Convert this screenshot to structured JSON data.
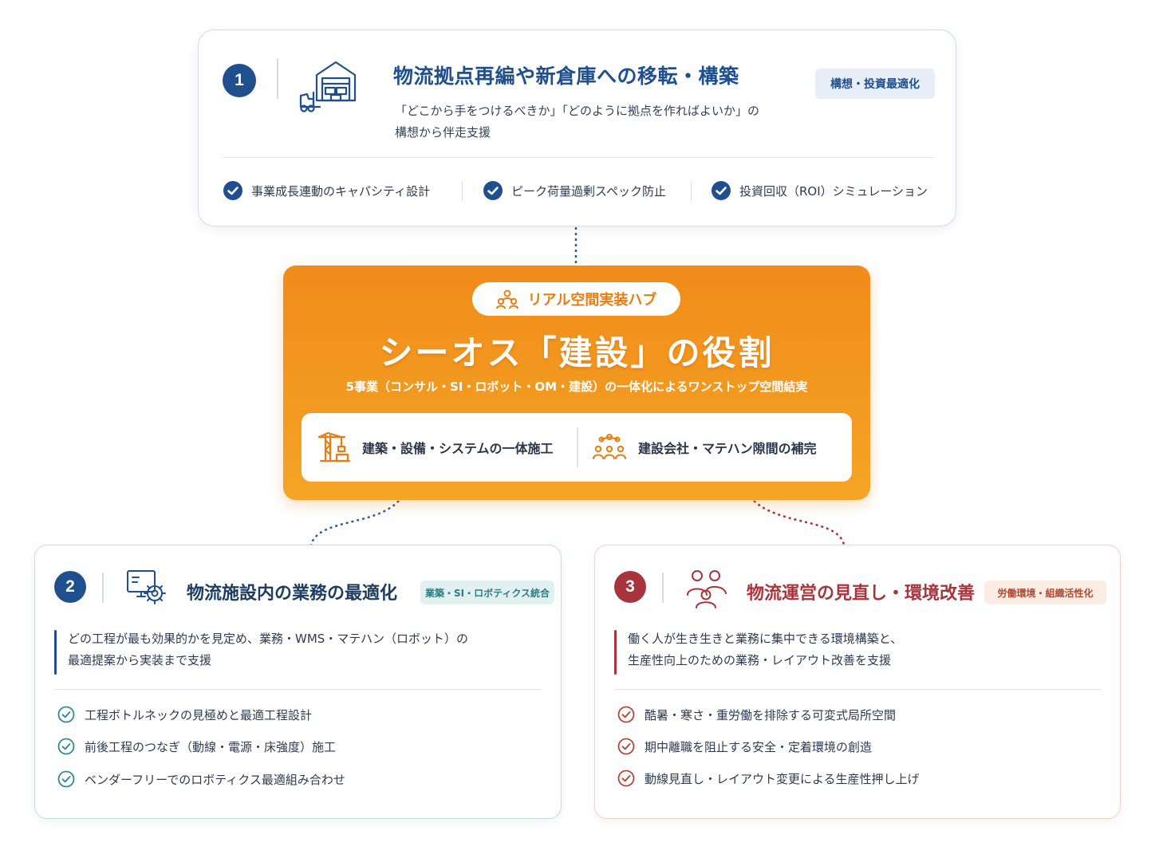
{
  "card1": {
    "number": "1",
    "title": "物流拠点再編や新倉庫への移転・構築",
    "tag": "構想・投資最適化",
    "desc_line1": "「どこから手をつけるべきか」「どのように拠点を作ればよいか」の",
    "desc_line2": "構想から伴走支援",
    "features": [
      "事業成長連動のキャパシティ設計",
      "ピーク荷量過剰スペック防止",
      "投資回収（ROI）シミュレーション"
    ],
    "icon": "warehouse-forklift-icon"
  },
  "hub": {
    "pill_label": "リアル空間実装ハブ",
    "title": "シーオス「建設」の役割",
    "subtitle": "5事業（コンサル・SI・ロボット・OM・建設）の一体化によるワンストップ空間結実",
    "items": [
      "建築・設備・システムの一体施工",
      "建設会社・マテハン隙間の補完"
    ]
  },
  "card2": {
    "number": "2",
    "title": "物流施設内の業務の最適化",
    "tag": "業築・SI・ロボティクス統合",
    "desc_line1": "どの工程が最も効果的かを見定め、業務・WMS・マテハン（ロボット）の",
    "desc_line2": "最適提案から実装まで支援",
    "checks": [
      "工程ボトルネックの見極めと最適工程設計",
      "前後工程のつなぎ（動線・電源・床強度）施工",
      "ベンダーフリーでのロボティクス最適組み合わせ"
    ],
    "icon": "monitor-gear-icon"
  },
  "card3": {
    "number": "3",
    "title": "物流運営の見直し・環境改善",
    "tag": "労働環境・組織活性化",
    "desc_line1": "働く人が生き生きと業務に集中できる環境構築と、",
    "desc_line2": "生産性向上のための業務・レイアウト改善を支援",
    "checks": [
      "酷暑・寒さ・重労働を排除する可変式局所空間",
      "期中離職を阻止する安全・定着環境の創造",
      "動線見直し・レイアウト変更による生産性押し上げ"
    ],
    "icon": "people-group-icon"
  },
  "colors": {
    "navy": "#1f4f8f",
    "orange": "#f18c1a",
    "teal": "#2f8a94",
    "crimson": "#a8353b"
  }
}
